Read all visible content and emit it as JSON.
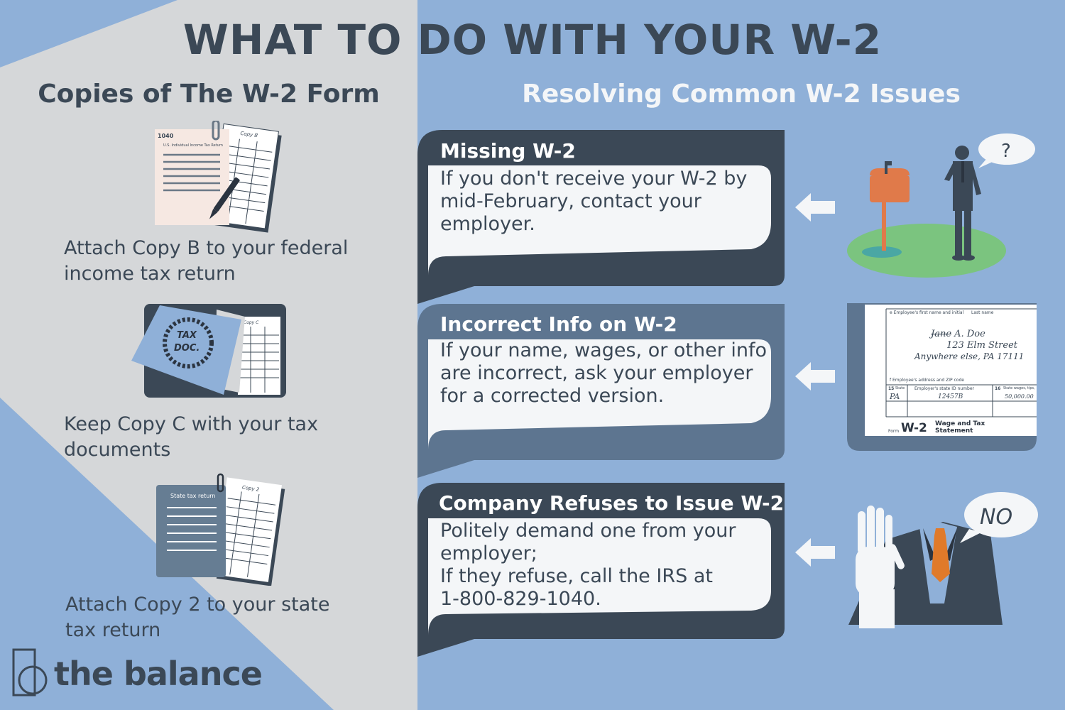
{
  "title": "WHAT TO DO WITH YOUR W-2",
  "left": {
    "heading": "Copies of The W-2 Form",
    "items": [
      {
        "text_lines": [
          "Attach Copy B to your federal",
          "income tax return"
        ],
        "doc_form": "1040",
        "doc_subtitle": "U.S. Individual Income Tax Return",
        "doc_copy": "Copy B"
      },
      {
        "text_lines": [
          "Keep Copy C with your tax",
          "documents"
        ],
        "folder_stamp_line1": "TAX",
        "folder_stamp_line2": "DOC.",
        "doc_copy": "Copy C"
      },
      {
        "text_lines": [
          "Attach Copy 2 to your state",
          "tax return"
        ],
        "doc_title": "State tax return",
        "doc_copy": "Copy 2"
      }
    ]
  },
  "right": {
    "heading": "Resolving Common W-2 Issues",
    "issues": [
      {
        "title": "Missing W-2",
        "body_lines": [
          "If you don't receive your W-2 by",
          "mid-February, contact your",
          "employer."
        ],
        "speech": "?"
      },
      {
        "title": "Incorrect Info on W-2",
        "body_lines": [
          "If your name, wages, or other info",
          "are incorrect, ask your employer",
          "for a corrected version."
        ],
        "form": {
          "label_e": "e  Employee's first name and initial",
          "label_last": "Last name",
          "struck_name": "Jane",
          "name_rest": "A. Doe",
          "street": "123 Elm Street",
          "city": "Anywhere else, PA 17111",
          "label_f": "f  Employee's address and ZIP code",
          "label_15": "15",
          "label_state": "State",
          "label_state_id": "Employer's state ID number",
          "label_16": "16",
          "label_state_wages": "State wages, tips,",
          "val_state": "PA",
          "val_id": "12457B",
          "val_wages": "50,000.00",
          "form_word": "Form",
          "form_name": "W-2",
          "form_desc_1": "Wage and Tax",
          "form_desc_2": "Statement"
        }
      },
      {
        "title": "Company Refuses to Issue W-2",
        "body_lines": [
          "Politely demand one from your",
          "employer;",
          "If they refuse, call the IRS at",
          "1-800-829-1040."
        ],
        "speech": "NO"
      }
    ]
  },
  "brand": "the balance",
  "colors": {
    "bg_right": "#8fb0d8",
    "bg_left_gray": "#d5d7d9",
    "bg_left_blue": "#8fb0d8",
    "dark_slate": "#3b4856",
    "bubble_light": "#f4f6f8",
    "folder_blue": "#8fb0d8",
    "mailbox_orange": "#e07a4a",
    "tie_orange": "#e07a2a",
    "grass_green": "#7bc47f"
  }
}
